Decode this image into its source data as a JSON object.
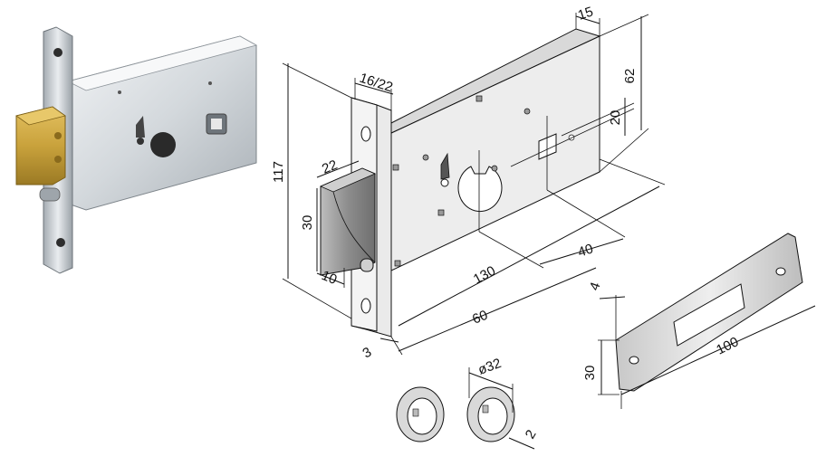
{
  "dimensions": {
    "d15": "15",
    "d16_22": "16/22",
    "d62": "62",
    "d117": "117",
    "d20": "20",
    "d22": "22",
    "d30_bolt": "30",
    "d10": "10",
    "d130": "130",
    "d40": "40",
    "d60": "60",
    "d3": "3",
    "d4": "4",
    "d100": "100",
    "d30_plate": "30",
    "d_phi32": "ø32",
    "d2": "2"
  },
  "colors": {
    "brass": "#c9a23c",
    "steel_light": "#e4e7ea",
    "steel_mid": "#c4c9ce",
    "steel_dark": "#8f969d",
    "diagram_face": "#ececec",
    "diagram_side": "#cfcfcf",
    "diagram_top": "#dadada"
  }
}
